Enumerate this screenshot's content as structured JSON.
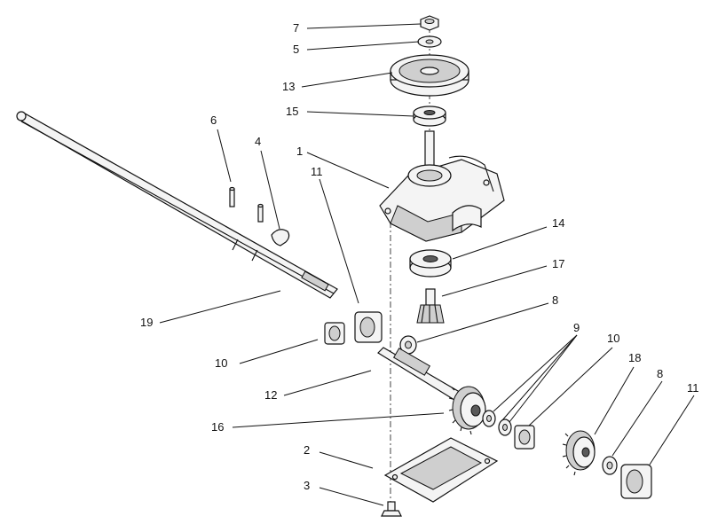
{
  "callouts": [
    {
      "id": "c7a",
      "label": "7"
    },
    {
      "id": "c5",
      "label": "5"
    },
    {
      "id": "c13",
      "label": "13"
    },
    {
      "id": "c15",
      "label": "15"
    },
    {
      "id": "c6",
      "label": "6"
    },
    {
      "id": "c4",
      "label": "4"
    },
    {
      "id": "c1",
      "label": "1"
    },
    {
      "id": "c11a",
      "label": "11"
    },
    {
      "id": "c14",
      "label": "14"
    },
    {
      "id": "c17",
      "label": "17"
    },
    {
      "id": "c19",
      "label": "19"
    },
    {
      "id": "c8a",
      "label": "8"
    },
    {
      "id": "c9",
      "label": "9"
    },
    {
      "id": "c10a",
      "label": "10"
    },
    {
      "id": "c10b",
      "label": "10"
    },
    {
      "id": "c12",
      "label": "12"
    },
    {
      "id": "c18",
      "label": "18"
    },
    {
      "id": "c8b",
      "label": "8"
    },
    {
      "id": "c11b",
      "label": "11"
    },
    {
      "id": "c16",
      "label": "16"
    },
    {
      "id": "c2",
      "label": "2"
    },
    {
      "id": "c3",
      "label": "3"
    }
  ]
}
